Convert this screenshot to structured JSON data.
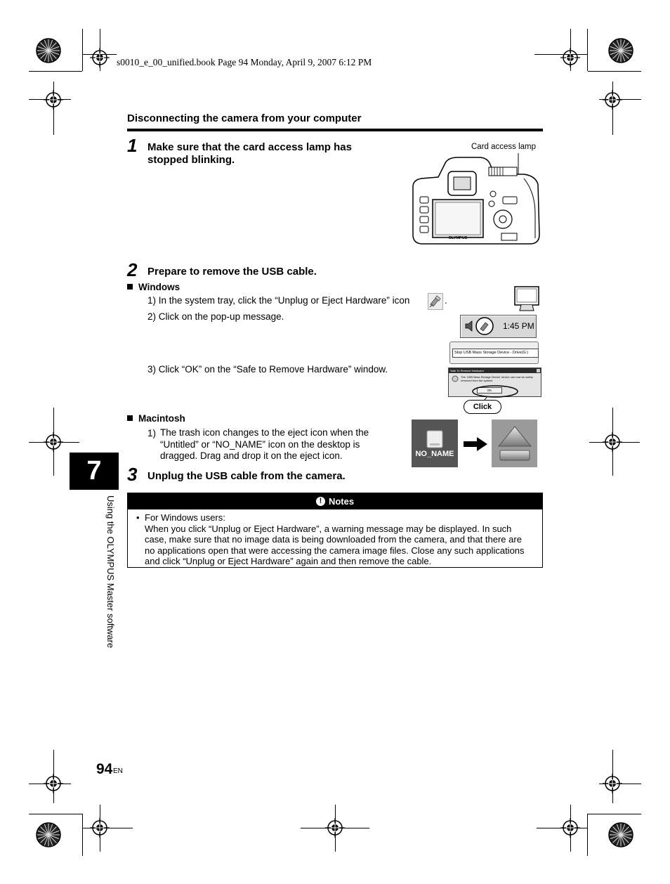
{
  "header": {
    "file_line": "s0010_e_00_unified.book  Page 94  Monday, April 9, 2007  6:12 PM"
  },
  "section": {
    "title": "Disconnecting the camera from your computer"
  },
  "steps": [
    {
      "number": "1",
      "text": "Make sure that the card access lamp has stopped blinking.",
      "figure_label": "Card access lamp",
      "camera_brand": "OLYMPUS"
    },
    {
      "number": "2",
      "text": "Prepare to remove the USB cable.",
      "windows": {
        "heading": "Windows",
        "items": [
          "1) In the system tray, click the “Unplug or Eject Hardware” icon",
          "2) Click on the pop-up message.",
          "3) Click “OK” on the “Safe to Remove Hardware” window."
        ],
        "item1_suffix": ".",
        "tray_time": "1:45 PM",
        "popup_text": "Stop USB Mass Storage Device - Drive(G:)",
        "dialog_title": "Safe To Remove Hardware",
        "dialog_text": "The 'USB Mass Storage Device' device can now be safely removed from the system.",
        "dialog_ok": "OK",
        "click_label": "Click"
      },
      "macintosh": {
        "heading": "Macintosh",
        "item_prefix": "1)",
        "item_text": "The trash icon changes to the eject icon when the “Untitled” or “NO_NAME” icon on the desktop is dragged. Drag and drop it on the eject icon.",
        "drive_label": "NO_NAME"
      }
    },
    {
      "number": "3",
      "text": "Unplug the USB cable from the camera."
    }
  ],
  "notes": {
    "heading": "Notes",
    "bullet": "•",
    "lead": "For Windows users:",
    "body": "When you click “Unplug or Eject Hardware”, a warning message may be displayed. In such case, make sure that no image data is being downloaded from the camera, and that there are no applications open that were accessing the camera image files. Close any such applications and click “Unplug or Eject Hardware” again and then remove the cable."
  },
  "sidebar": {
    "chapter": "7",
    "text": "Using the OLYMPUS Master software"
  },
  "footer": {
    "page": "94",
    "lang": "EN"
  }
}
